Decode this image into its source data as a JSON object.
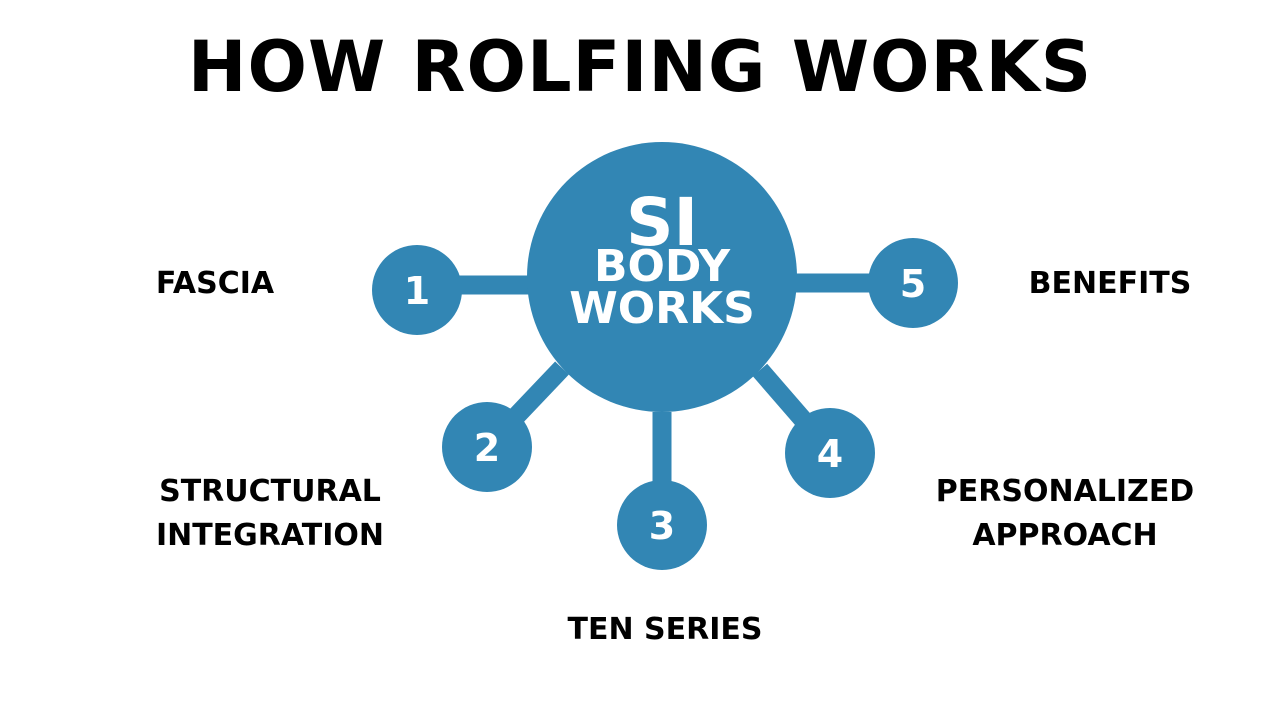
{
  "title": "HOW ROLFING WORKS",
  "colors": {
    "accent": "#3286B4",
    "text": "#000000",
    "node_text": "#ffffff"
  },
  "center": {
    "line1": "SI",
    "line2": "BODY",
    "line3": "WORKS"
  },
  "nodes": [
    {
      "number": "1",
      "label_lines": [
        "FASCIA"
      ]
    },
    {
      "number": "2",
      "label_lines": [
        "STRUCTURAL",
        "INTEGRATION"
      ]
    },
    {
      "number": "3",
      "label_lines": [
        "TEN SERIES"
      ]
    },
    {
      "number": "4",
      "label_lines": [
        "PERSONALIZED",
        "APPROACH"
      ]
    },
    {
      "number": "5",
      "label_lines": [
        "BENEFITS"
      ]
    }
  ]
}
